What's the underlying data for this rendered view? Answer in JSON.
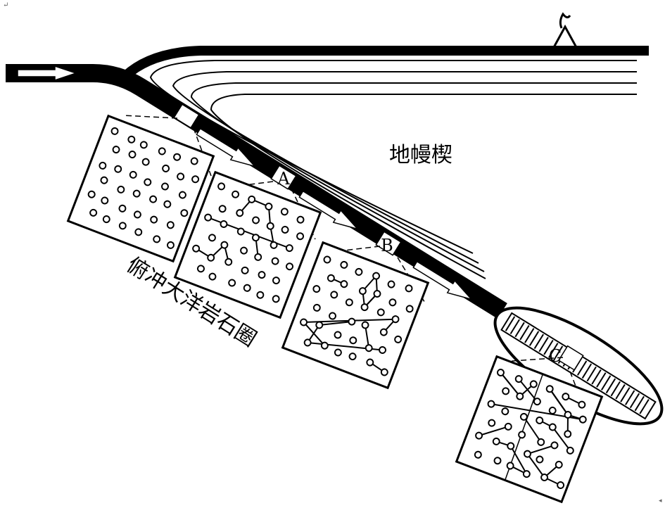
{
  "labels": {
    "mantle_wedge": "地幔楔",
    "slab": "俯冲大洋岩石圈",
    "point_a": "A",
    "point_b": "B",
    "point_c": "C"
  },
  "colors": {
    "ink": "#000000",
    "paper": "#ffffff"
  }
}
